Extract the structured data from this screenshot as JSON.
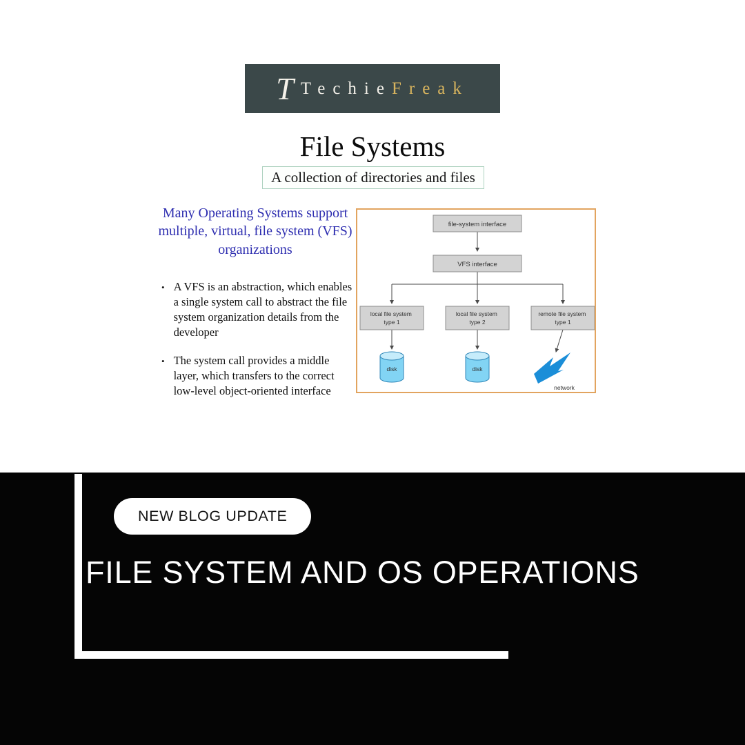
{
  "logo": {
    "mark": "T",
    "techie": "Techie",
    "freak": "Freak"
  },
  "slide": {
    "title": "File Systems",
    "subtitle": "A collection of directories and files",
    "heading": "Many Operating Systems support multiple, virtual, file system (VFS) organizations",
    "bullets": [
      "A VFS is an abstraction, which enables a single system call to abstract the file system organization details from the developer",
      "The system call provides a middle layer, which transfers to the correct low-level object-oriented interface"
    ]
  },
  "diagram": {
    "top_box": "file-system interface",
    "vfs_box": "VFS interface",
    "children": [
      {
        "line1": "local file system",
        "line2": "type 1"
      },
      {
        "line1": "local file system",
        "line2": "type 2"
      },
      {
        "line1": "remote file system",
        "line2": "type 1"
      }
    ],
    "disk_label": "disk",
    "network_label": "network",
    "border_color": "#e2a45f",
    "box_fill": "#d3d3d3",
    "disk_color": "#82d4f4",
    "network_color": "#1b8ed8"
  },
  "banner": {
    "badge": "NEW BLOG UPDATE",
    "headline": "FILE SYSTEM AND OS OPERATIONS",
    "background": "#050505",
    "accent": "#ffffff"
  }
}
